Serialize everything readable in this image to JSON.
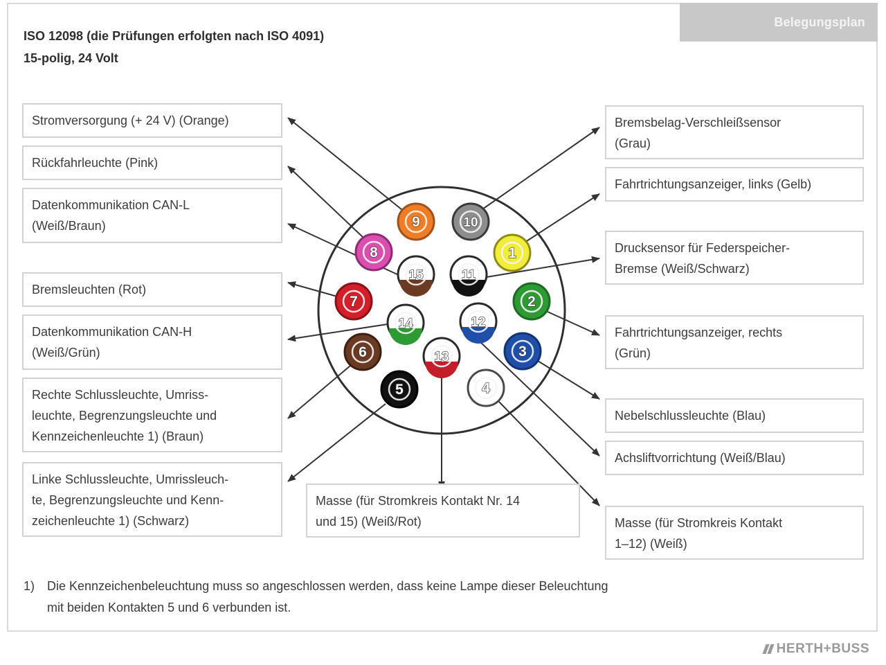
{
  "header": {
    "tab_label": "Belegungsplan",
    "line1": "ISO 12098 (die Prüfungen erfolgten nach ISO 4091)",
    "line2": "15-polig, 24 Volt"
  },
  "labels": {
    "pin9": "Stromversorgung (+ 24 V) (Orange)",
    "pin8": "Rückfahrleuchte (Pink)",
    "pin15": "Datenkommunikation CAN-L\n(Weiß/Braun)",
    "pin7": "Bremsleuchten (Rot)",
    "pin14": "Datenkommunikation CAN-H\n(Weiß/Grün)",
    "pin6": "Rechte Schlussleuchte, Umriss-\nleuchte, Begrenzungsleuchte und\nKennzeichenleuchte 1) (Braun)",
    "pin5": "Linke Schlussleuchte, Umrissleuch-\nte, Begrenzungsleuchte und Kenn-\nzeichenleuchte 1) (Schwarz)",
    "pin13": "Masse (für Stromkreis Kontakt Nr. 14\nund 15) (Weiß/Rot)",
    "pin10": "Bremsbelag-Verschleißsensor\n(Grau)",
    "pin1": "Fahrtrichtungsanzeiger, links (Gelb)",
    "pin11": "Drucksensor für Federspeicher-\nBremse (Weiß/Schwarz)",
    "pin2": "Fahrtrichtungsanzeiger, rechts\n(Grün)",
    "pin3": "Nebelschlussleuchte (Blau)",
    "pin12": "Achsliftvorrichtung (Weiß/Blau)",
    "pin4": "Masse (für Stromkreis Kontakt\n1–12) (Weiß)"
  },
  "pins": [
    {
      "n": "1",
      "label": "1",
      "fill": "#f2ec3a",
      "ring": "#8f8a14",
      "stripe": ""
    },
    {
      "n": "2",
      "label": "2",
      "fill": "#2e9a34",
      "ring": "#1d6a22",
      "stripe": ""
    },
    {
      "n": "3",
      "label": "3",
      "fill": "#1f4fa8",
      "ring": "#143372",
      "stripe": ""
    },
    {
      "n": "4",
      "label": "4",
      "fill": "#ffffff",
      "ring": "#4a4a4a",
      "stripe": ""
    },
    {
      "n": "5",
      "label": "5",
      "fill": "#111111",
      "ring": "#000000",
      "stripe": ""
    },
    {
      "n": "6",
      "label": "6",
      "fill": "#6b3a22",
      "ring": "#3e2012",
      "stripe": ""
    },
    {
      "n": "7",
      "label": "7",
      "fill": "#d21f2a",
      "ring": "#8a1118",
      "stripe": ""
    },
    {
      "n": "8",
      "label": "8",
      "fill": "#d94fae",
      "ring": "#8f2a72",
      "stripe": ""
    },
    {
      "n": "9",
      "label": "9",
      "fill": "#ef7d25",
      "ring": "#a0501a",
      "stripe": ""
    },
    {
      "n": "10",
      "label": "10",
      "fill": "#8d8d8d",
      "ring": "#3a3a3a",
      "stripe": ""
    },
    {
      "n": "11",
      "label": "11",
      "fill": "#ffffff",
      "ring": "#2a2a2a",
      "stripe": "#111111"
    },
    {
      "n": "12",
      "label": "12",
      "fill": "#ffffff",
      "ring": "#2a2a2a",
      "stripe": "#1f4fa8"
    },
    {
      "n": "13",
      "label": "13",
      "fill": "#ffffff",
      "ring": "#2a2a2a",
      "stripe": "#c31f2a"
    },
    {
      "n": "14",
      "label": "14",
      "fill": "#ffffff",
      "ring": "#2a2a2a",
      "stripe": "#2e9a34"
    },
    {
      "n": "15",
      "label": "15",
      "fill": "#ffffff",
      "ring": "#2a2a2a",
      "stripe": "#6b3a22"
    }
  ],
  "footnote": {
    "num": "1)",
    "text": "Die Kennzeichenbeleuchtung muss so angeschlossen werden, dass keine Lampe dieser Beleuchtung\nmit beiden Kontakten 5 und 6 verbunden ist."
  },
  "brand": "HERTH+BUSS"
}
